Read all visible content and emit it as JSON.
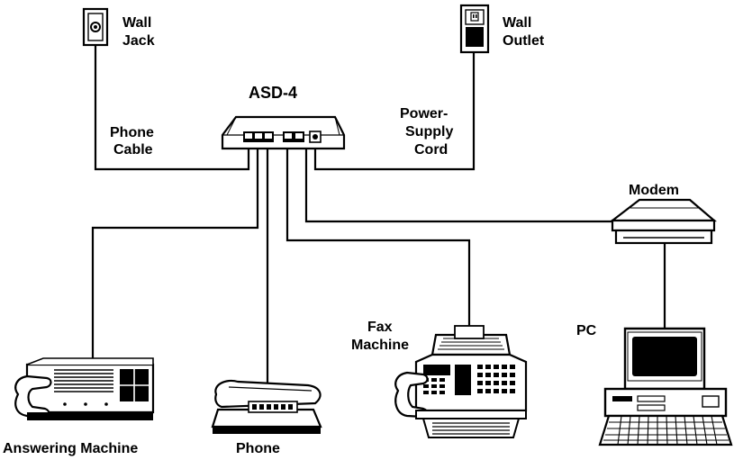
{
  "diagram": {
    "device": "ASD-4",
    "labels": {
      "wall_jack": [
        "Wall",
        "Jack"
      ],
      "wall_outlet": [
        "Wall",
        "Outlet"
      ],
      "phone_cable": [
        "Phone",
        "Cable"
      ],
      "power_cord": [
        "Power-",
        "Supply",
        "Cord"
      ],
      "modem": "Modem",
      "fax": [
        "Fax",
        "Machine"
      ],
      "pc": "PC",
      "answering_machine": "Answering Machine",
      "phone": "Phone"
    },
    "icons": [
      "wall-jack-icon",
      "wall-outlet-icon",
      "asd4-box-icon",
      "modem-icon",
      "answering-machine-icon",
      "phone-icon",
      "fax-machine-icon",
      "pc-icon"
    ],
    "connections": [
      [
        "wall_jack",
        "ASD-4"
      ],
      [
        "wall_outlet",
        "ASD-4"
      ],
      [
        "ASD-4",
        "answering_machine"
      ],
      [
        "ASD-4",
        "phone"
      ],
      [
        "ASD-4",
        "fax"
      ],
      [
        "ASD-4",
        "modem"
      ],
      [
        "modem",
        "pc"
      ]
    ]
  }
}
